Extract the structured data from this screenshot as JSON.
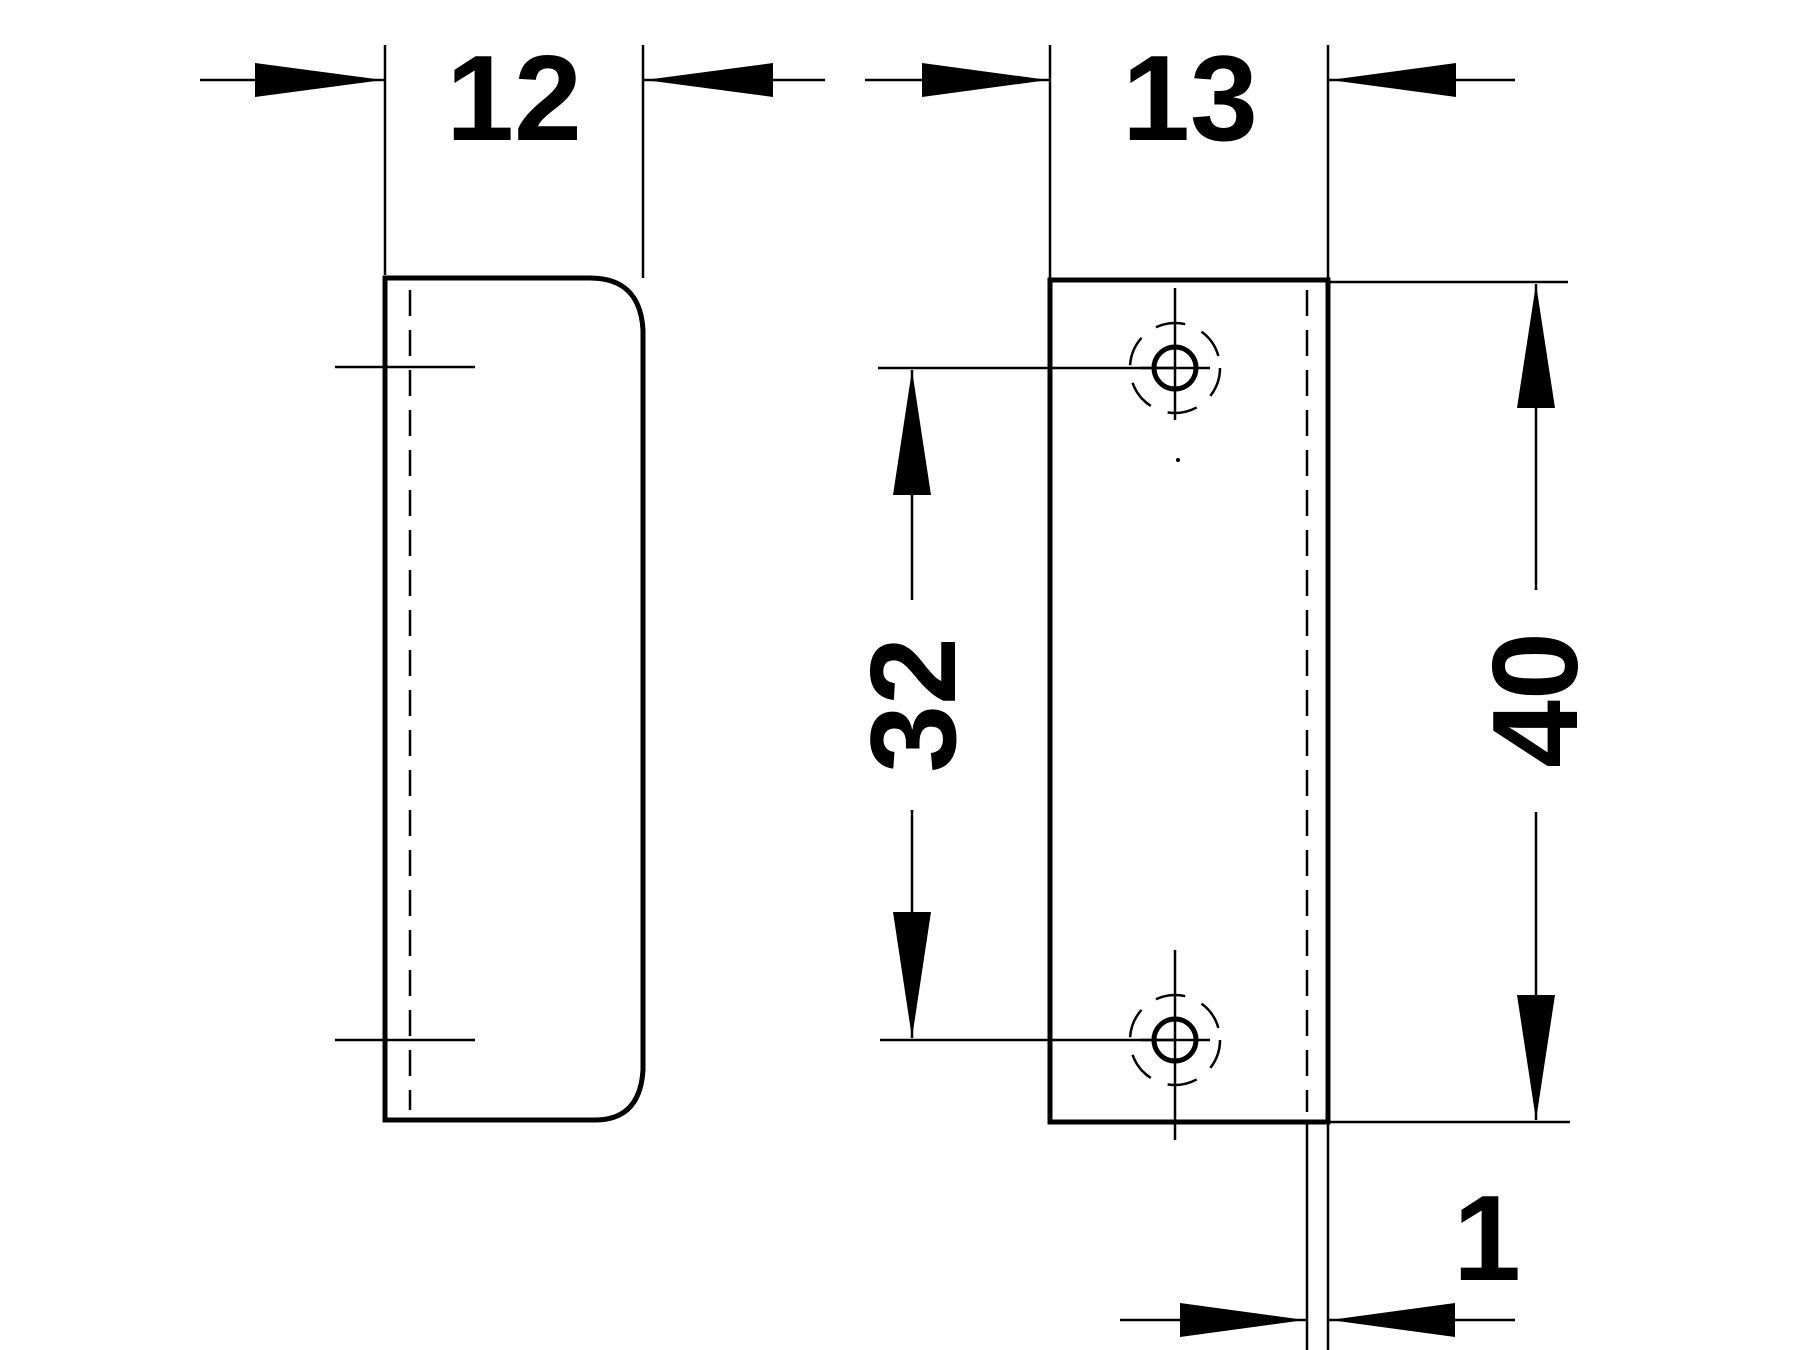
{
  "drawing": {
    "dimensions": {
      "left_width": "12",
      "right_width": "13",
      "hole_spacing": "32",
      "height": "40",
      "plate_thickness": "1"
    },
    "colors": {
      "line": "#000000",
      "background": "#ffffff"
    }
  }
}
